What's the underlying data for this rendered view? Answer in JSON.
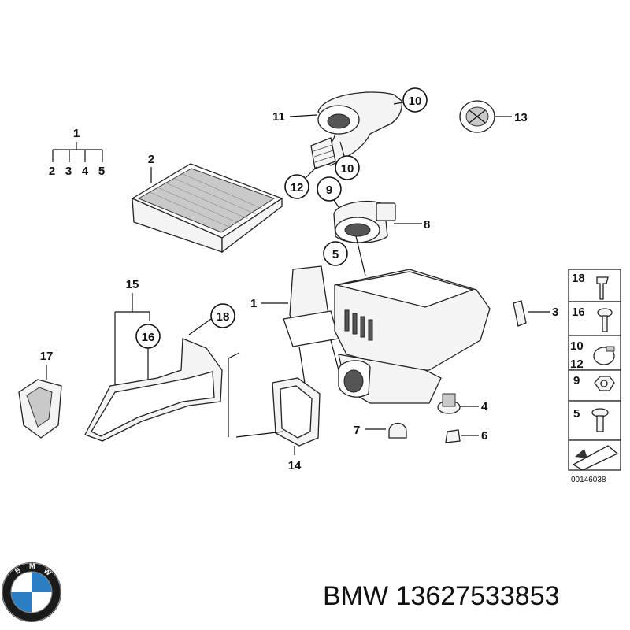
{
  "callouts": {
    "c1a": "1",
    "c2": "2",
    "c3": "3",
    "c4": "4",
    "c5": "5",
    "c5b": "5",
    "c6": "6",
    "c7": "7",
    "c8": "8",
    "c9": "9",
    "c10a": "10",
    "c10b": "10",
    "c11": "11",
    "c12": "12",
    "c13": "13",
    "c14": "14",
    "c15": "15",
    "c16": "16",
    "c17": "17",
    "c18": "18",
    "c1b": "1",
    "tree": [
      "2",
      "3",
      "4",
      "5"
    ]
  },
  "side_panel": {
    "rows": [
      "18",
      "16",
      "10",
      "12",
      "9",
      "5"
    ]
  },
  "reference_code": "00146038",
  "footer": {
    "brand": "BMW",
    "part_number": "13627533853",
    "full_text": "BMW 13627533853",
    "logo_letters": "BMW"
  },
  "colors": {
    "logo_blue": "#2a7fc4",
    "ink": "#111111"
  }
}
